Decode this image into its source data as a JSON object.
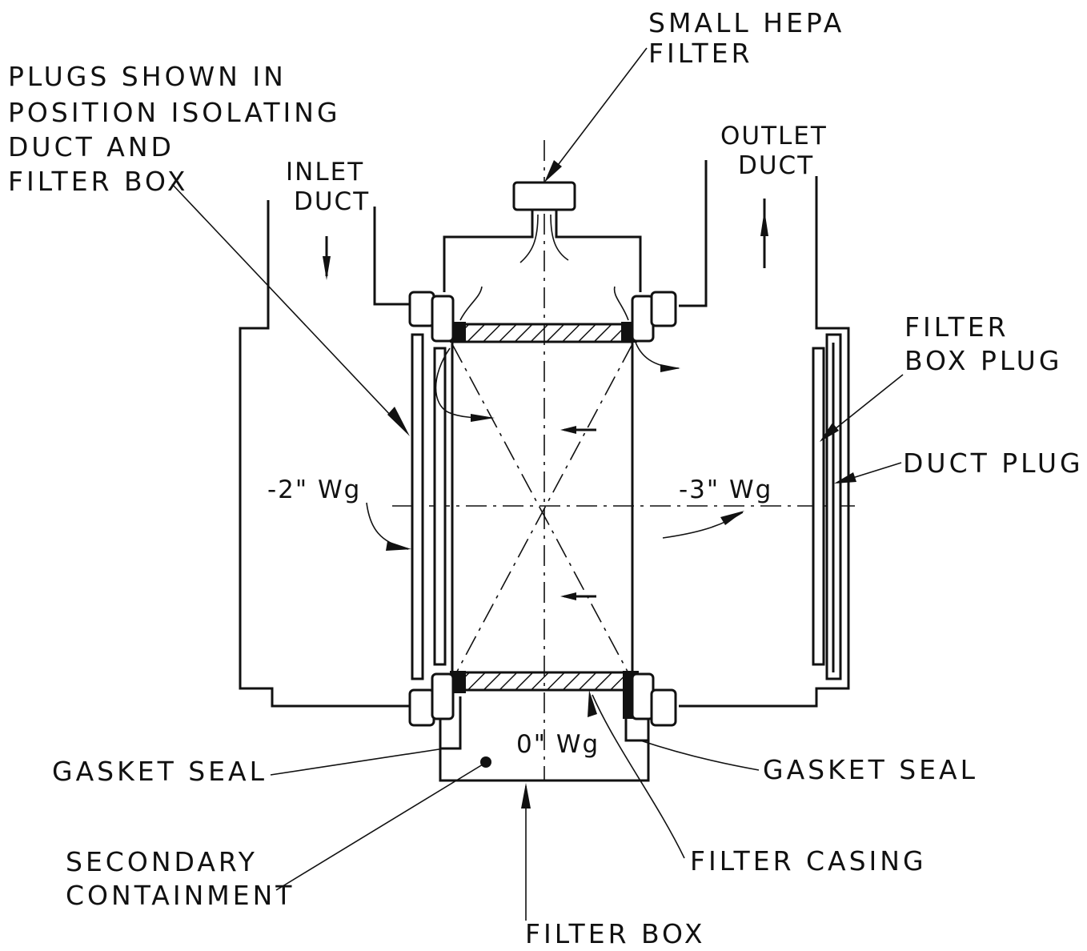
{
  "labels": {
    "small_hepa_1": "SMALL HEPA",
    "small_hepa_2": "FILTER",
    "plugs_1": "PLUGS SHOWN IN",
    "plugs_2": "POSITION ISOLATING",
    "plugs_3": "DUCT AND",
    "plugs_4": "FILTER BOX",
    "inlet_1": "INLET",
    "inlet_2": "DUCT",
    "outlet_1": "OUTLET",
    "outlet_2": "DUCT",
    "filter_box_plug_1": "FILTER",
    "filter_box_plug_2": "BOX PLUG",
    "duct_plug": "DUCT PLUG",
    "pressure_left": "-2\" Wg",
    "pressure_right": "-3\" Wg",
    "pressure_bottom": "0\" Wg",
    "gasket_left": "GASKET SEAL",
    "gasket_right": "GASKET SEAL",
    "secondary_1": "SECONDARY",
    "secondary_2": "CONTAINMENT",
    "filter_casing": "FILTER CASING",
    "filter_box": "FILTER BOX"
  }
}
